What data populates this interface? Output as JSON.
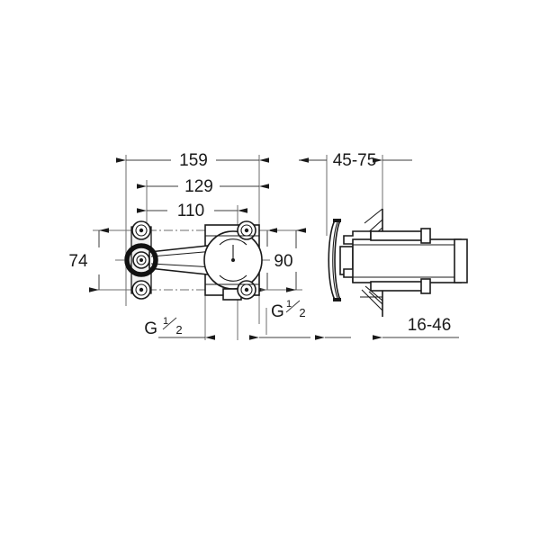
{
  "drawing": {
    "title": "Wall-mounted concealed valve body — dimensioned technical drawing",
    "background_color": "#ffffff",
    "line_color": "#1a1a1a",
    "dimension_line_color": "#3c3c3c",
    "extension_line_color": "#6e6e6e"
  },
  "front_view": {
    "name": "front-elevation",
    "dimensions": {
      "overall_width": "159",
      "mid_width": "129",
      "inner_width": "110",
      "left_height": "74",
      "right_height": "90"
    },
    "thread_labels": {
      "bottom_left": {
        "prefix": "G",
        "numerator": "1",
        "denominator": "2"
      },
      "bottom_right": {
        "prefix": "G",
        "numerator": "1",
        "denominator": "2"
      }
    }
  },
  "side_view": {
    "name": "side-section",
    "dimensions": {
      "projection": "45-75",
      "wall_thickness": "16-46"
    }
  }
}
